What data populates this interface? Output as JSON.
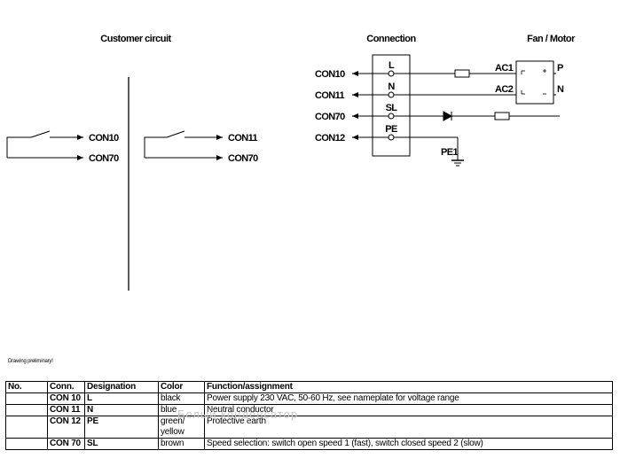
{
  "headings": {
    "customer_circuit": "Customer circuit",
    "connection": "Connection",
    "fan_motor": "Fan / Motor"
  },
  "customer_circuit": {
    "switch1": {
      "out_top": "CON10",
      "out_bottom": "CON70"
    },
    "switch2": {
      "out_top": "CON11",
      "out_bottom": "CON70"
    }
  },
  "connection": {
    "left_labels": [
      "CON10",
      "CON11",
      "CON70",
      "CON12"
    ],
    "terminals": [
      "L",
      "N",
      "SL",
      "PE"
    ],
    "motor_labels": {
      "ac1": "AC1",
      "ac2": "AC2",
      "p": "P",
      "n": "N"
    },
    "ground_label": "PE1"
  },
  "note": "Drawing preliminary!",
  "watermark": "Белый конденсатор",
  "table": {
    "headers": [
      "No.",
      "Conn.",
      "Designation",
      "Color",
      "Function/assignment"
    ],
    "rows": [
      {
        "no": "",
        "conn": "CON 10",
        "designation": "L",
        "color": [
          "black"
        ],
        "function": "Power supply 230 VAC, 50-60 Hz, see nameplate for voltage range"
      },
      {
        "no": "",
        "conn": "CON 11",
        "designation": "N",
        "color": [
          "blue"
        ],
        "function": "Neutral conductor"
      },
      {
        "no": "",
        "conn": "CON 12",
        "designation": "PE",
        "color": [
          "green/",
          "yellow"
        ],
        "function": "Protective earth"
      },
      {
        "no": "",
        "conn": "CON 70",
        "designation": "SL",
        "color": [
          "brown"
        ],
        "function": "Speed selection: switch open speed 1 (fast), switch closed speed 2 (slow)"
      }
    ]
  }
}
